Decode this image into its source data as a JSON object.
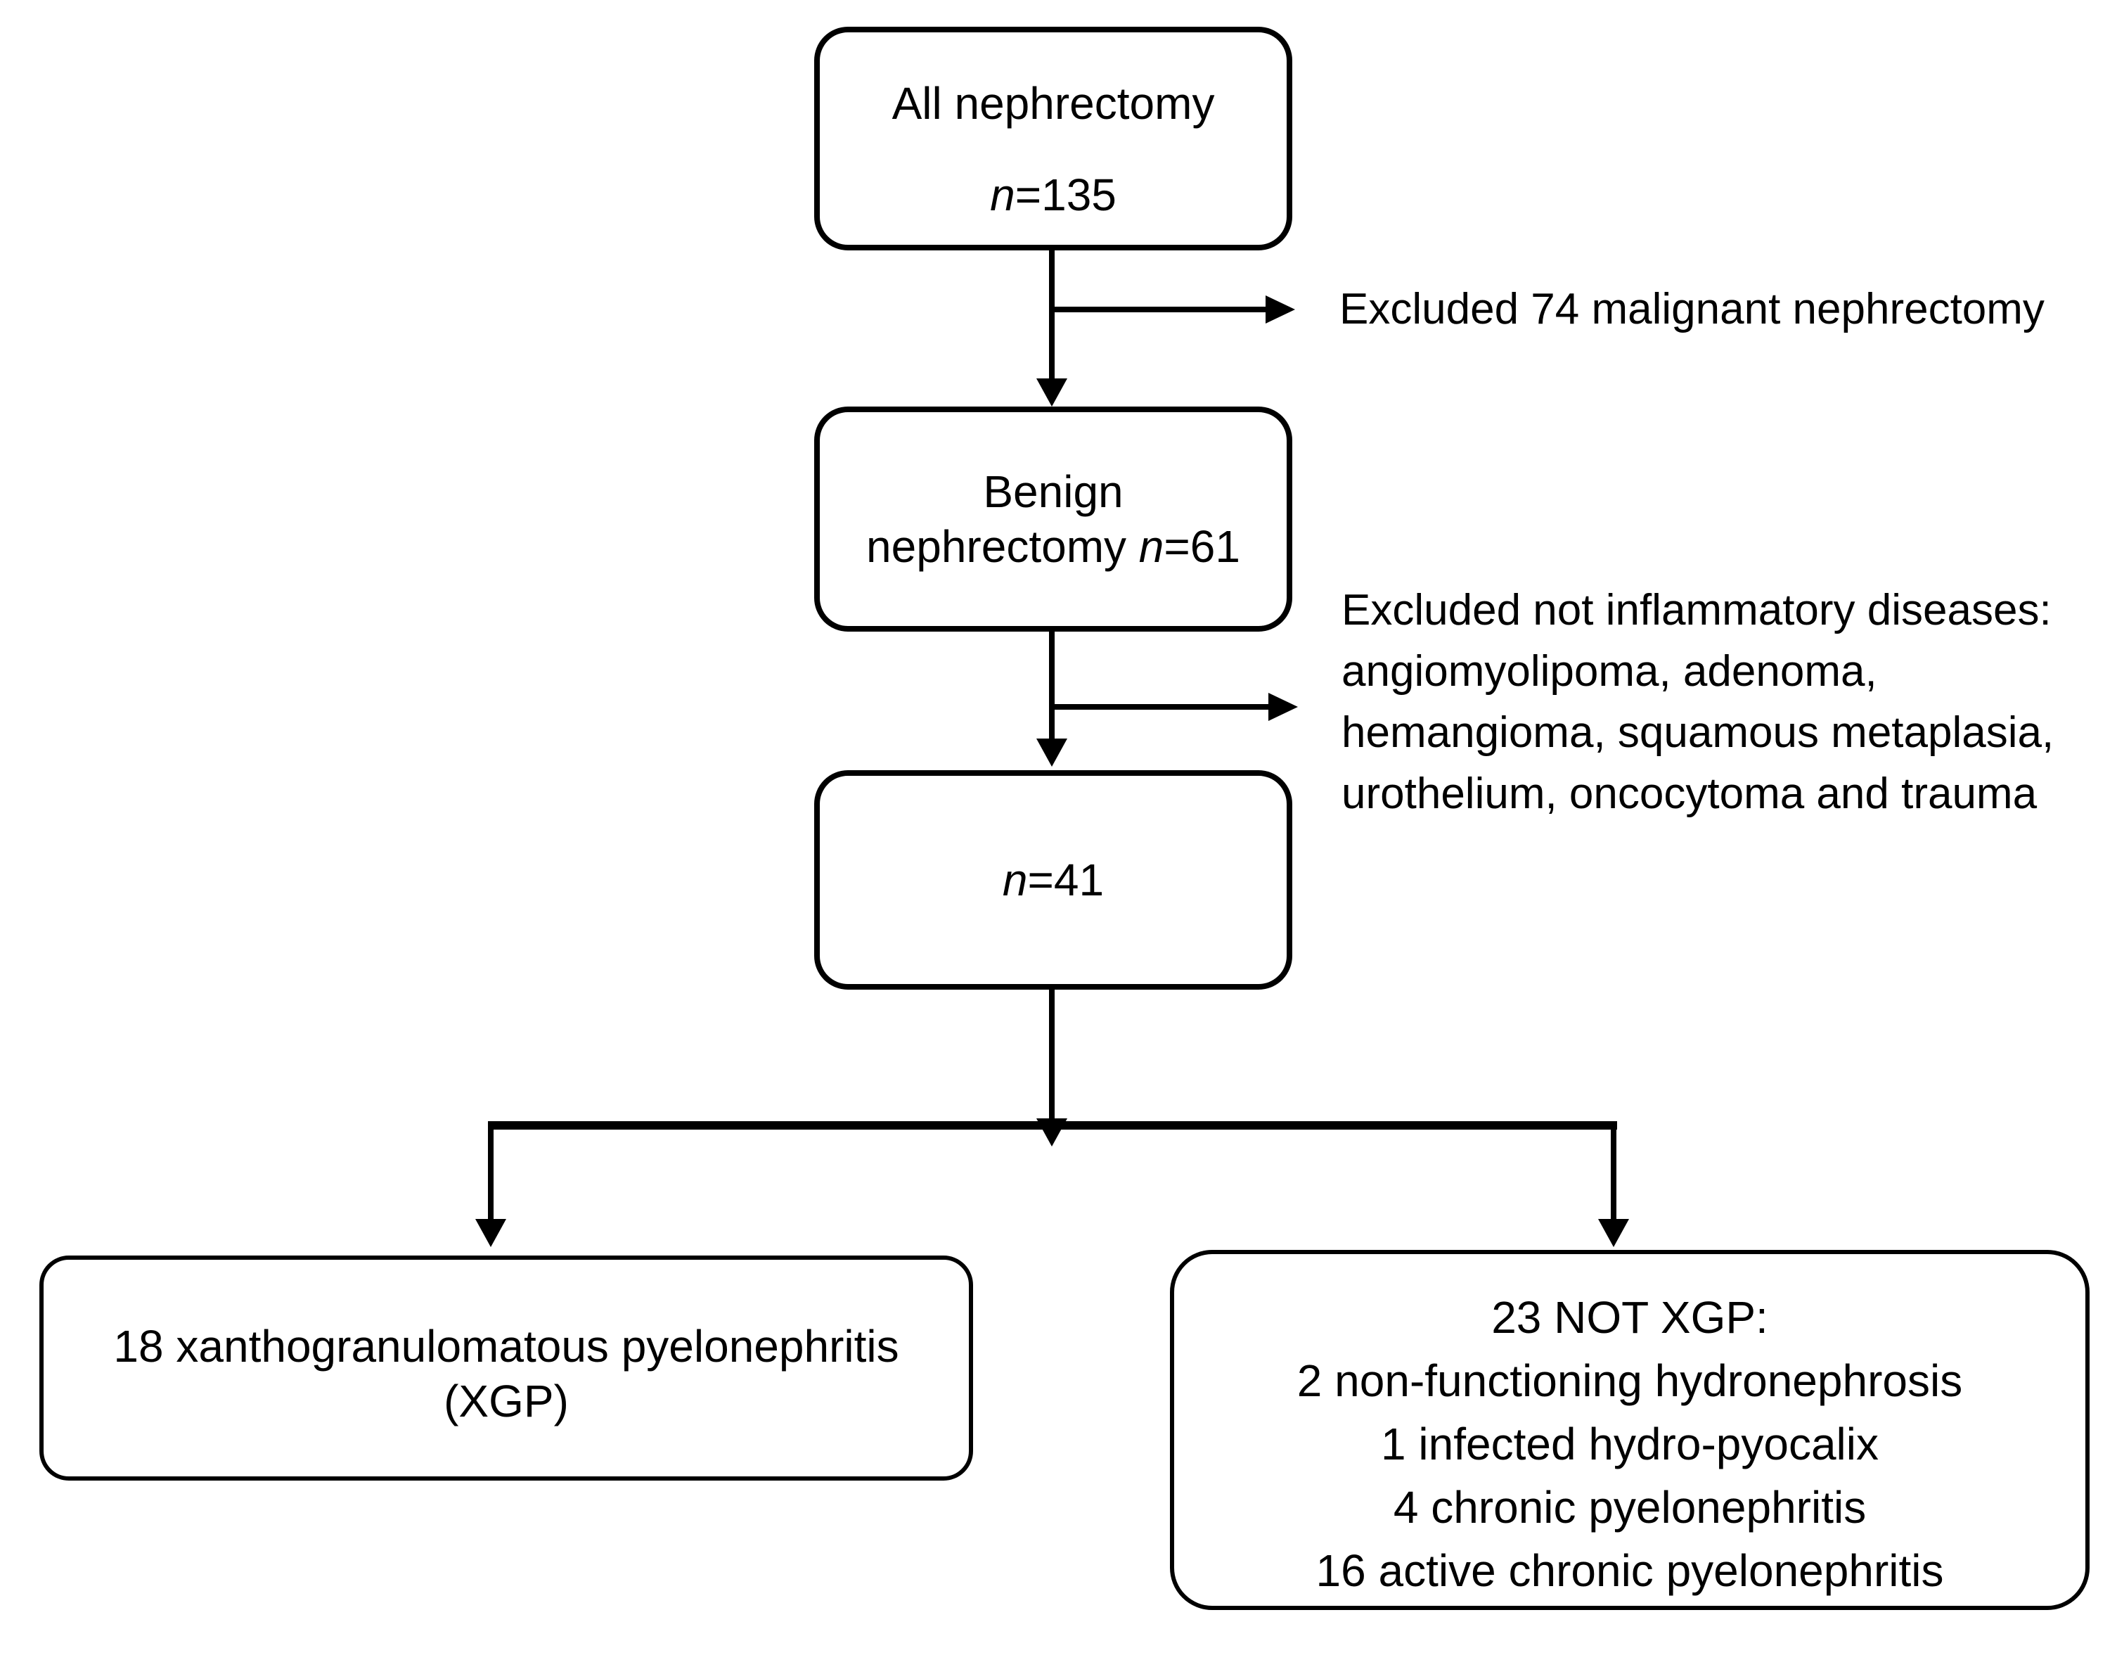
{
  "figure": {
    "background_color": "#ffffff",
    "line_color": "#000000",
    "type": "patient-selection-flowchart"
  },
  "boxes": {
    "all_nephrectomy": {
      "title": "All nephrectomy",
      "n_italic": "n",
      "n_rest": "=135"
    },
    "benign_nephrectomy": {
      "line1": "Benign",
      "line2_prefix": "nephrectomy ",
      "n_italic": "n",
      "n_rest": "=61"
    },
    "n41": {
      "n_italic": "n",
      "n_rest": "=41"
    },
    "xgp": {
      "line1": "18 xanthogranulomatous pyelonephritis",
      "line2": "(XGP)"
    },
    "not_xgp": {
      "lines": [
        "23 NOT XGP:",
        "2 non-functioning hydronephrosis",
        "1 infected hydro-pyocalix",
        "4 chronic pyelonephritis",
        "16 active chronic pyelonephritis"
      ]
    }
  },
  "annotations": {
    "excluded_malignant": "Excluded 74 malignant nephrectomy",
    "excluded_not_inflammatory": [
      "Excluded not inflammatory diseases:",
      "angiomyolipoma, adenoma,",
      "hemangioma, squamous metaplasia,",
      "urothelium, oncocytoma and trauma"
    ]
  }
}
